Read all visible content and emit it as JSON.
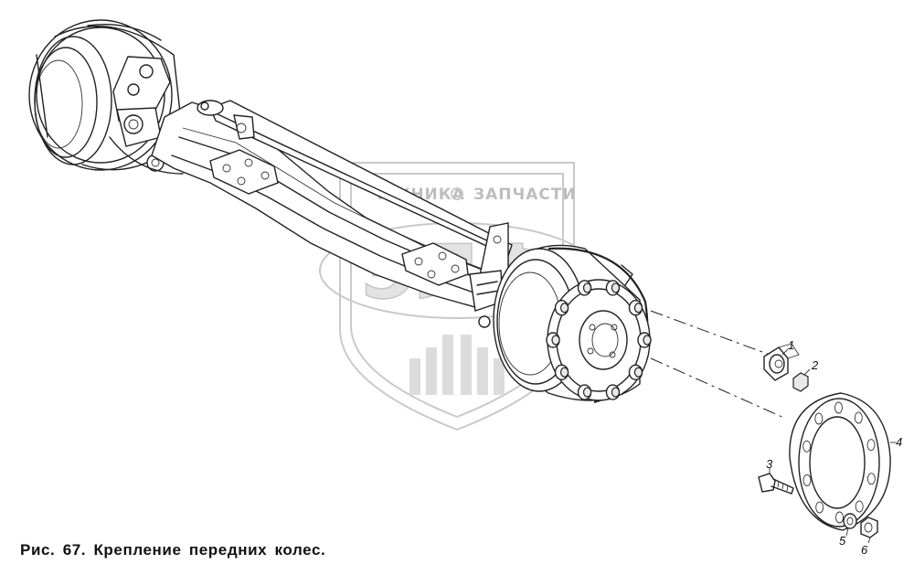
{
  "figure": {
    "caption": "Рис. 67. Крепление передних колес."
  },
  "watermark": {
    "top_text_left": "ТЕХНИКА",
    "top_text_right": "ЗАПЧАСТИ",
    "big_letters": "ЭЛФ"
  },
  "callouts": [
    {
      "number": "1"
    },
    {
      "number": "2"
    },
    {
      "number": "3"
    },
    {
      "number": "4"
    },
    {
      "number": "5"
    },
    {
      "number": "6"
    }
  ]
}
